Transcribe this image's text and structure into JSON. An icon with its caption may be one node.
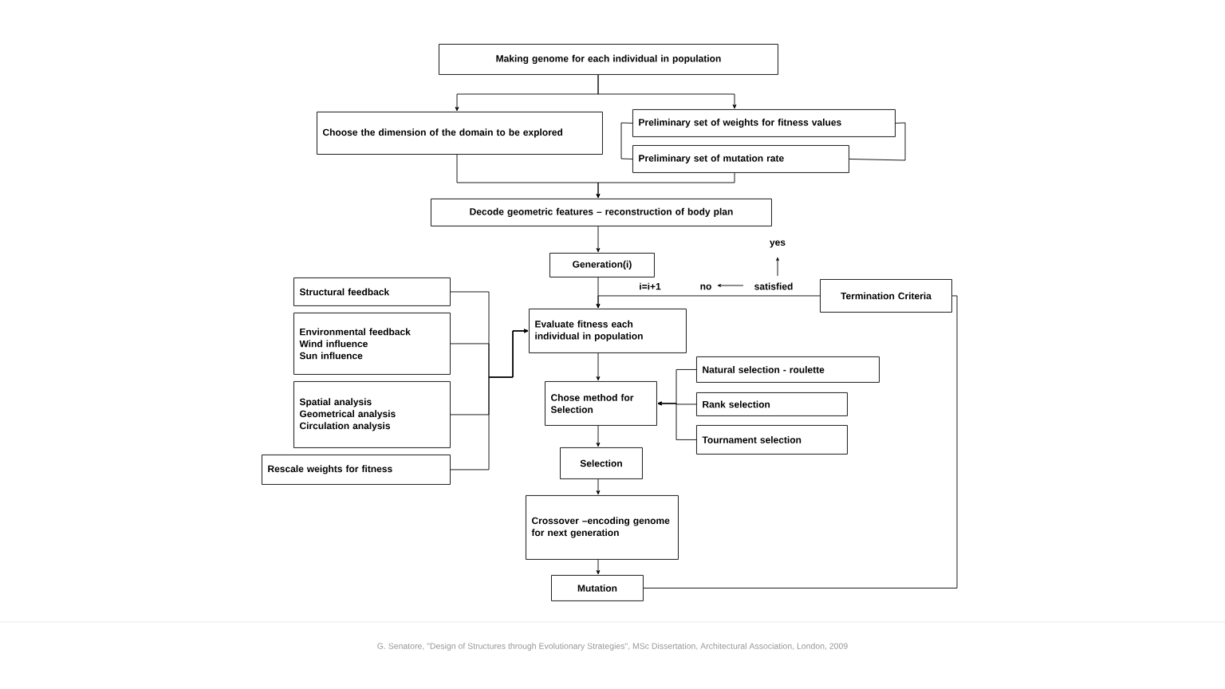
{
  "diagram": {
    "caption": "G. Senatore, \"Design of Structures through Evolutionary Strategies\", MSc Dissertation, Architectural Association, London, 2009",
    "nodes": [
      {
        "text": [
          "Making genome for each individual in population"
        ]
      },
      {
        "text": [
          "Choose the dimension of the domain to be explored"
        ]
      },
      {
        "text": [
          "Preliminary set of weights for fitness values"
        ]
      },
      {
        "text": [
          "Preliminary set of mutation rate"
        ]
      },
      {
        "text": [
          "Decode geometric features – reconstruction of body plan"
        ]
      },
      {
        "text": [
          "Generation(i)"
        ]
      },
      {
        "text": [
          "Termination Criteria"
        ]
      },
      {
        "text": [
          "Structural feedback"
        ]
      },
      {
        "text": [
          "Environmental feedback",
          "Wind influence",
          "Sun influence"
        ]
      },
      {
        "text": [
          "Spatial analysis",
          "Geometrical analysis",
          "Circulation analysis"
        ]
      },
      {
        "text": [
          "Rescale weights for fitness"
        ]
      },
      {
        "text": [
          "Evaluate fitness each individual in population"
        ]
      },
      {
        "text": [
          "Natural selection - roulette"
        ]
      },
      {
        "text": [
          "Rank selection"
        ]
      },
      {
        "text": [
          "Tournament selection"
        ]
      },
      {
        "text": [
          "Chose method for Selection"
        ]
      },
      {
        "text": [
          "Selection"
        ]
      },
      {
        "text": [
          "Crossover –encoding genome for next generation"
        ]
      },
      {
        "text": [
          "Mutation"
        ]
      }
    ],
    "edges": [
      {
        "from": 0,
        "to": 1,
        "arrow": "to"
      },
      {
        "from": 0,
        "to": 2,
        "arrow": "to"
      },
      {
        "from": 2,
        "to": 3,
        "arrow": "none"
      },
      {
        "from": 2,
        "to": 3,
        "arrow": "none"
      },
      {
        "from": 1,
        "to": 4,
        "arrow": "to"
      },
      {
        "from": 3,
        "to": 4,
        "arrow": "to"
      },
      {
        "from": 4,
        "to": 5,
        "arrow": "to"
      },
      {
        "from": 5,
        "to": 11,
        "arrow": "to"
      },
      {
        "from": 6,
        "to": 11,
        "arrow": "to",
        "label": "i=i+1"
      },
      {
        "from": 7,
        "to": 11,
        "arrow": "to"
      },
      {
        "from": 8,
        "to": 11,
        "arrow": "to"
      },
      {
        "from": 9,
        "to": 11,
        "arrow": "to"
      },
      {
        "from": 10,
        "to": 11,
        "arrow": "to"
      },
      {
        "from": 11,
        "to": 15,
        "arrow": "to"
      },
      {
        "from": 12,
        "to": 15,
        "arrow": "to"
      },
      {
        "from": 13,
        "to": 15,
        "arrow": "to"
      },
      {
        "from": 14,
        "to": 15,
        "arrow": "to"
      },
      {
        "from": 15,
        "to": 16,
        "arrow": "to"
      },
      {
        "from": 16,
        "to": 17,
        "arrow": "to"
      },
      {
        "from": 17,
        "to": 18,
        "arrow": "to"
      },
      {
        "from": 18,
        "to": 6,
        "arrow": "none"
      }
    ],
    "labels": [
      "yes",
      "no",
      "satisfied"
    ]
  }
}
